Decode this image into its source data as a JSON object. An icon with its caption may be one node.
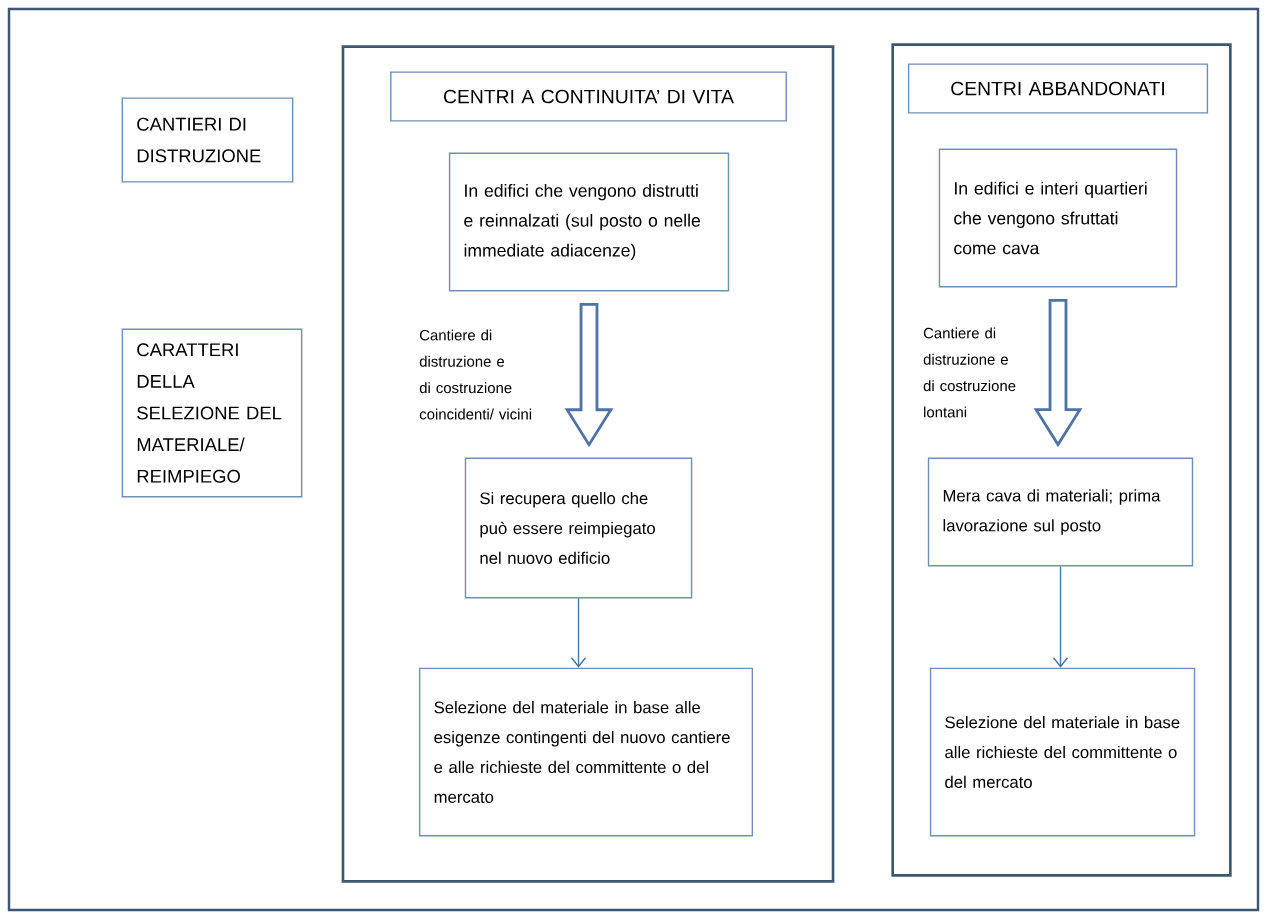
{
  "diagram": {
    "nodes": [
      {
        "text": [
          "CANTIERI DI DISTRUZIONE"
        ]
      },
      {
        "text": [
          "CARATTERI DELLA SELEZIONE DEL MATERIALE/ REIMPIEGO"
        ]
      },
      {
        "text": [],
        "shape": "box"
      },
      {
        "text": [
          "CENTRI A CONTINUITA’ DI VITA"
        ],
        "in": 2
      },
      {
        "text": [
          "In edifici che vengono distrutti e reinnalzati (sul posto o nelle immediate adiacenze)"
        ],
        "in": 2
      },
      {
        "text": [
          "Si recupera quello che può essere reimpiegato nel nuovo edificio"
        ],
        "in": 2
      },
      {
        "text": [
          "Selezione del materiale in base alle esigenze contingenti del nuovo cantiere e alle richieste del committente o del mercato"
        ],
        "in": 2
      },
      {
        "text": [],
        "shape": "box"
      },
      {
        "text": [
          "CENTRI ABBANDONATI"
        ],
        "in": 7
      },
      {
        "text": [
          "In edifici e interi quartieri che vengono sfruttati come cava"
        ],
        "in": 7
      },
      {
        "text": [
          "Mera cava di materiali; prima lavorazione sul posto"
        ],
        "in": 7
      },
      {
        "text": [
          "Selezione del materiale in base alle richieste del committente o del mercato"
        ],
        "in": 7
      }
    ],
    "edges": [
      {
        "from": 4,
        "to": 5,
        "arrow": "to",
        "style": "thick",
        "label": "Cantiere di distruzione e di costruzione coincidenti/ vicini"
      },
      {
        "from": 5,
        "to": 6,
        "arrow": "to"
      },
      {
        "from": 9,
        "to": 10,
        "arrow": "to",
        "style": "thick",
        "label": "Cantiere di distruzione e di costruzione lontani"
      },
      {
        "from": 10,
        "to": 11,
        "arrow": "to"
      }
    ]
  }
}
